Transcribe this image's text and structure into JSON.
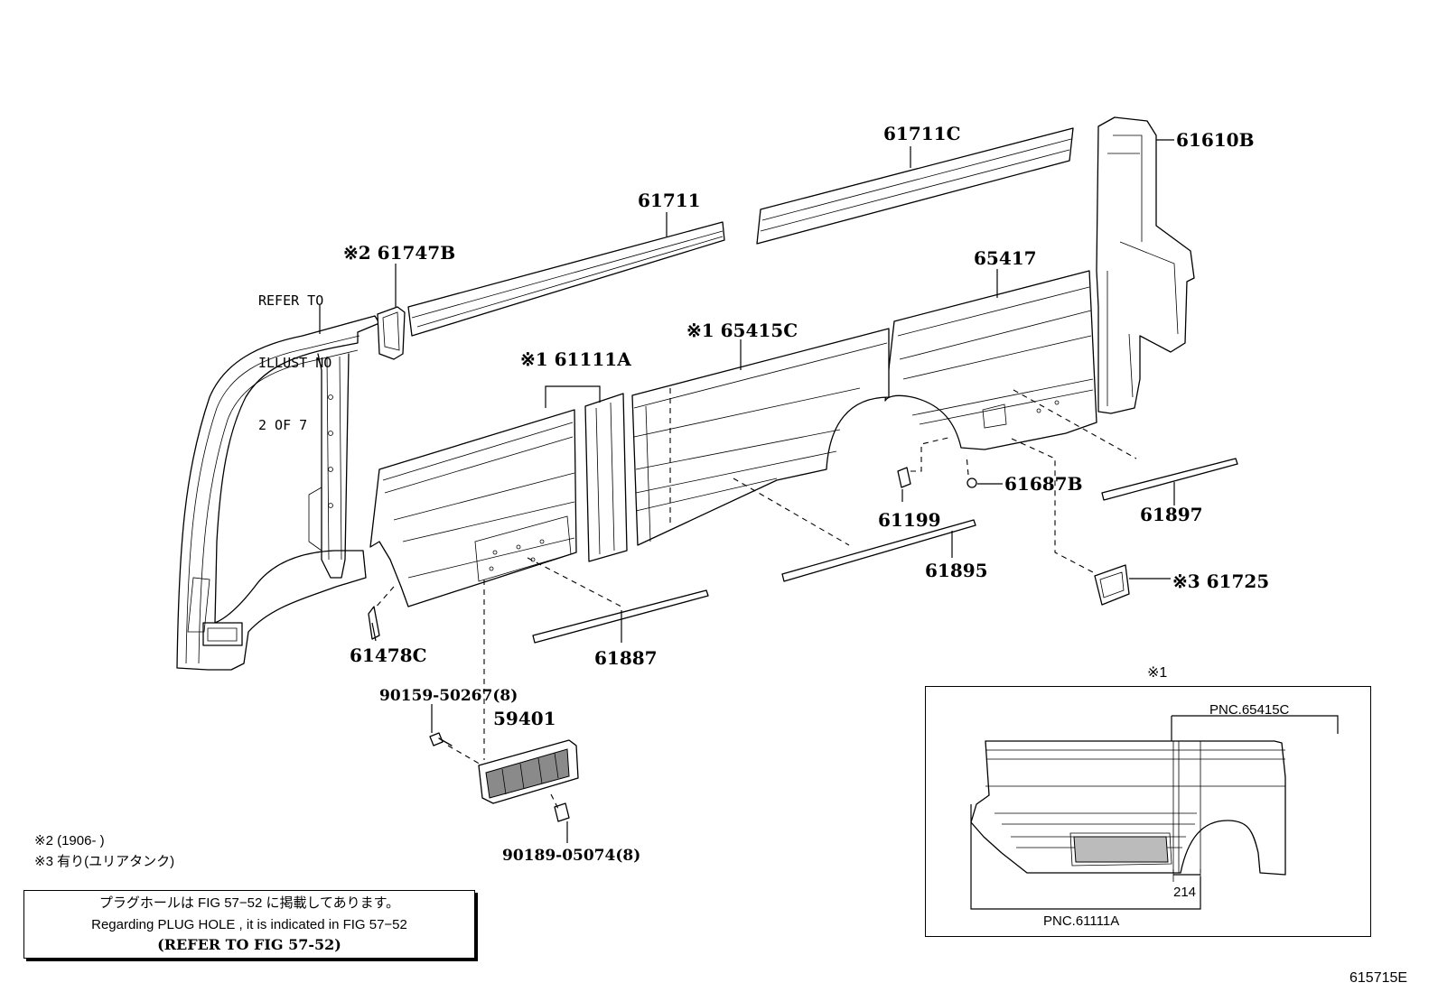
{
  "labels": {
    "p61711C": "61711C",
    "p61610B": "61610B",
    "p61711": "61711",
    "p61747B": "※2 61747B",
    "p65417": "65417",
    "p65415C": "※1 65415C",
    "p61111A": "※1 61111A",
    "p61687B": "61687B",
    "p61199": "61199",
    "p61897": "61897",
    "p61895": "61895",
    "p61725": "※3 61725",
    "p61478C": "61478C",
    "p61887": "61887",
    "p59401": "59401",
    "p90159": "90159-50267(8)",
    "p90189": "90189-05074(8)"
  },
  "refer_note": {
    "line1": "REFER TO",
    "line2": "ILLUST NO",
    "line3": "2 OF 7"
  },
  "footnotes": {
    "n2": "※2 (1906-     )",
    "n3": "※3 有り(ユリアタンク)"
  },
  "plug_note": {
    "jp": "プラグホールは FIG 57−52 に掲載してあります。",
    "en": "Regarding  PLUG  HOLE , it is indicated in FIG  57−52",
    "ref": "(REFER TO FIG 57-52)"
  },
  "inset": {
    "marker": "※1",
    "pnc_top": "PNC.65415C",
    "pnc_bottom": "PNC.61111A",
    "dimension": "214"
  },
  "figure_id": "615715E"
}
